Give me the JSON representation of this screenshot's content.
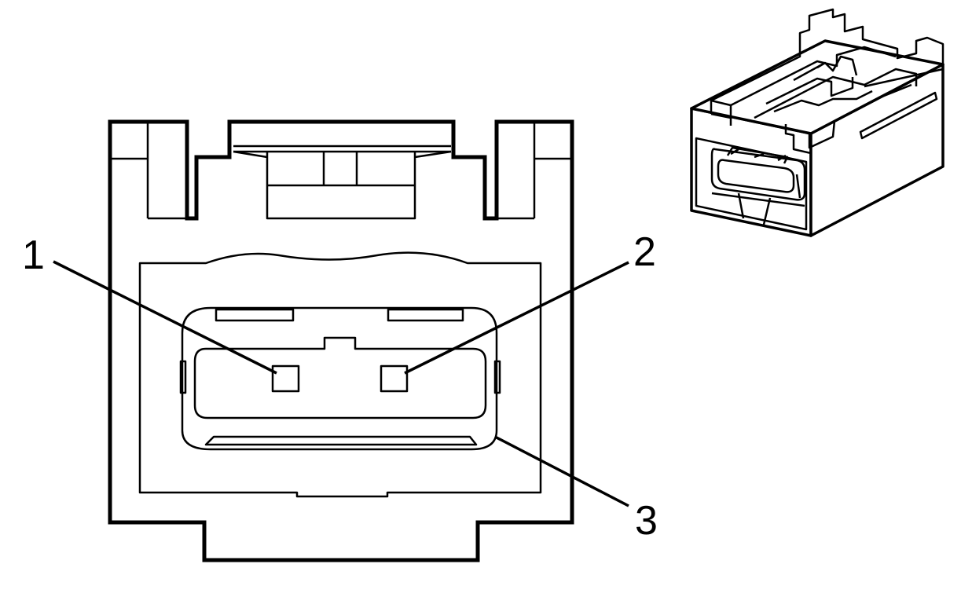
{
  "callouts": [
    {
      "id": "1",
      "label": "1"
    },
    {
      "id": "2",
      "label": "2"
    },
    {
      "id": "3",
      "label": "3"
    }
  ],
  "colors": {
    "line": "#000000",
    "background": "#ffffff"
  },
  "icons": [
    "connector-face-view",
    "connector-isometric-view"
  ]
}
